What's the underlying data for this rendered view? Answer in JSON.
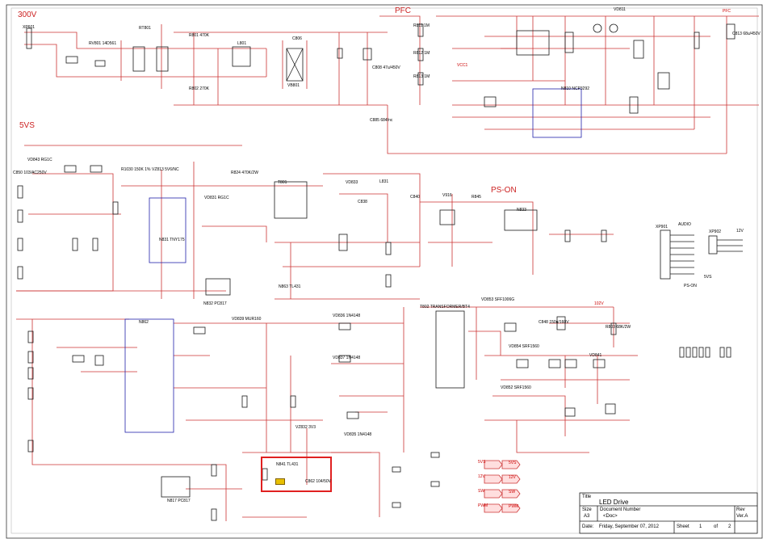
{
  "sections": {
    "v300": "300V",
    "pfc": "PFC",
    "v5vs": "5VS",
    "ps_on": "PS-ON"
  },
  "colors": {
    "wire": "#cc3333",
    "component": "#1a1a1a",
    "ic": "#2222aa",
    "section": "#cc2222",
    "highlight": "#e02020"
  },
  "components": {
    "xp601": "XP601",
    "rv801": "RV801 14D561",
    "rt801": "RT801",
    "r801": "R801 470K",
    "r802": "R802 270K",
    "l801": "L801",
    "c806": "C806",
    "vb801": "VB801",
    "c808": "C808 47u/450V",
    "r811": "R811 1M",
    "r812": "R812 1M",
    "r813": "R813 1M",
    "c885": "C885 684/nc",
    "n810": "N810 NCP3292",
    "vd811": "VD811",
    "c813": "C813 68u/450V",
    "vd843": "VD843 RG1C",
    "c850": "C850 103/AC250V",
    "n831": "N831 TNY175",
    "r1030": "R1030 150K 1%",
    "vz813": "VZ813 5V6/NC",
    "vd831": "VD831 RG1C",
    "r824": "R824 470K/2W",
    "t801": "T801",
    "vd833": "VD833",
    "c838": "C838",
    "l831": "L831",
    "c840": "C840",
    "v916": "V916",
    "r845": "R845",
    "n833": "N833",
    "xp901": "XP901",
    "xp902": "XP902",
    "n832": "N832 PC817",
    "n863": "N863 TL431",
    "n862": "N862",
    "vd839": "VD839 MUR160",
    "vd836": "VD836 1N4148",
    "vd837": "VD837 1N4148",
    "t802": "T802 TRANSFORMER/BT4",
    "vd853": "VD853 SFF1006G",
    "c848": "C848 150u/160V",
    "r803": "R803 68K/2W",
    "vd854": "VD854 SRF1560",
    "vd852": "VD852 SRF1560",
    "c850b": "C850",
    "vd841": "VD841",
    "n841": "N841 TL431",
    "c862": "C862 104/50V",
    "n817": "N817 PC817",
    "vz832": "VZ832 3V3",
    "vd835": "VD835 1N4148"
  },
  "nets": {
    "v12": "12V",
    "v5": "5VS",
    "sw": "SW",
    "pwm": "PWM",
    "pson": "PS-ON",
    "audio": "AUDIO",
    "vcc1": "VCC1",
    "pfc_net": "PFC",
    "v102": "102V"
  },
  "title_block": {
    "title_label": "Title",
    "title": "LED Drive",
    "size_label": "Size",
    "size": "A3",
    "docnum_label": "Document Number",
    "docnum": "<Doc>",
    "rev_label": "Rev",
    "rev": "Ver.A",
    "date_label": "Date:",
    "date": "Friday, September 07, 2012",
    "sheet_label": "Sheet",
    "sheet": "1",
    "of_label": "of",
    "of": "2"
  }
}
